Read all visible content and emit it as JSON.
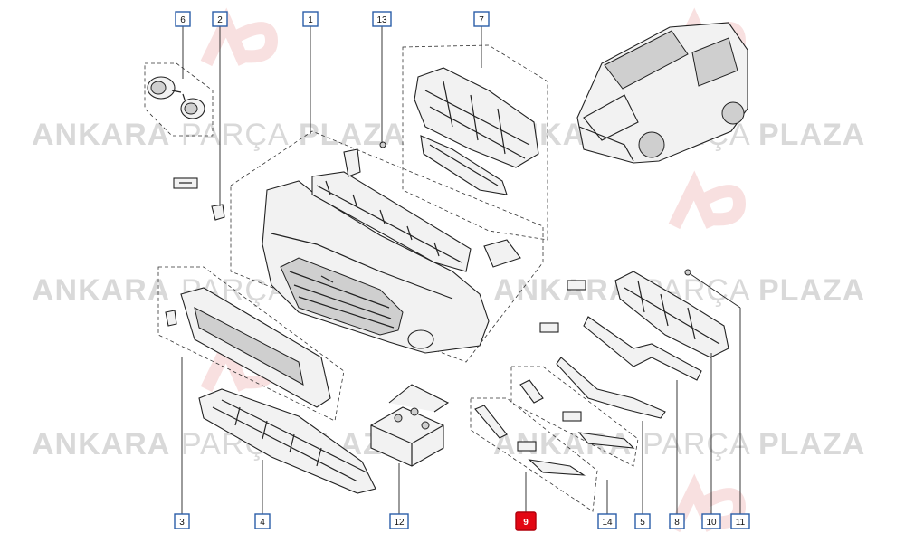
{
  "watermark": {
    "brand_left": "ANKARA",
    "brand_mid": "PARÇA",
    "brand_right": "PLAZA"
  },
  "callouts": [
    {
      "id": "c6",
      "text": "6",
      "highlight": false
    },
    {
      "id": "c2",
      "text": "2",
      "highlight": false
    },
    {
      "id": "c1",
      "text": "1",
      "highlight": false
    },
    {
      "id": "c13",
      "text": "13",
      "highlight": false
    },
    {
      "id": "c7",
      "text": "7",
      "highlight": false
    },
    {
      "id": "c3",
      "text": "3",
      "highlight": false
    },
    {
      "id": "c4",
      "text": "4",
      "highlight": false
    },
    {
      "id": "c12",
      "text": "12",
      "highlight": false
    },
    {
      "id": "c9",
      "text": "9",
      "highlight": true
    },
    {
      "id": "c14",
      "text": "14",
      "highlight": false
    },
    {
      "id": "c5",
      "text": "5",
      "highlight": false
    },
    {
      "id": "c8",
      "text": "8",
      "highlight": false
    },
    {
      "id": "c10",
      "text": "10",
      "highlight": false
    },
    {
      "id": "c11",
      "text": "11",
      "highlight": false
    }
  ],
  "colors": {
    "callout_border": "#2a5da8",
    "highlight": "#e30613",
    "watermark": "#d9d9d9"
  }
}
